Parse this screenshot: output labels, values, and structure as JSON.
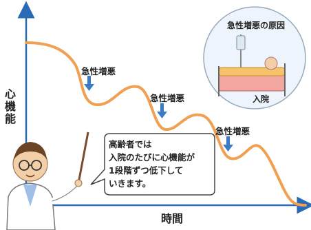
{
  "axes": {
    "y_label": "心機能",
    "x_label": "時間"
  },
  "annotations": [
    {
      "label": "急性増悪"
    },
    {
      "label": "急性増悪"
    },
    {
      "label": "急性増悪"
    }
  ],
  "inset": {
    "title": "急性増悪の原因",
    "caption": "入院"
  },
  "speech_bubble": {
    "lines": [
      "高齢者では",
      "入院のたびに心機能が",
      "1段階ずつ低下して",
      "いきます。"
    ]
  },
  "colors": {
    "curve": "#f0a050",
    "arrow": "#3a7bc8",
    "axis": "#2a6bb8",
    "inset_bg": "#eef4fb"
  }
}
